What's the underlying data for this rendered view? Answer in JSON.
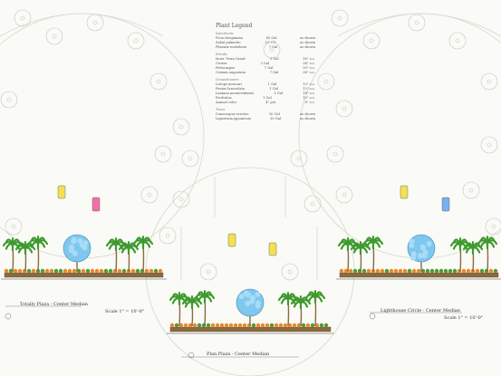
{
  "legend": {
    "title": "Plant Legend",
    "sections": [
      {
        "name": "Specimens",
        "rows": [
          [
            "Ficus benjamina",
            "45 Gal",
            "as shown"
          ],
          [
            "Sabal palmetto",
            "12' CT",
            "as shown"
          ],
          [
            "Phoenix roebelenii",
            "7 Gal",
            "as shown"
          ]
        ]
      },
      {
        "name": "Shrubs",
        "rows": [
          [
            "Ixora 'Nora Grant'",
            "3 Gal",
            "18\" o.c."
          ],
          [
            "Croton",
            "3 Gal",
            "24\" o.c."
          ],
          [
            "Podocarpus",
            "7 Gal",
            "30\" o.c."
          ],
          [
            "Crinum augustum",
            "7 Gal",
            "36\" o.c."
          ]
        ]
      },
      {
        "name": "Groundcovers",
        "rows": [
          [
            "Liriope muscari",
            "1 Gal",
            "12\" o.c."
          ],
          [
            "Pentas lanceolata",
            "1 Gal",
            "12\" o.c."
          ],
          [
            "Lantana montevidensis",
            "1 Gal",
            "18\" o.c."
          ],
          [
            "Evolvulus",
            "1 Gal",
            "12\" o.c."
          ],
          [
            "Annual color",
            "4\" pot",
            "8\" o.c."
          ]
        ]
      },
      {
        "name": "Trees",
        "rows": [
          [
            "Conocarpus erectus",
            "30 Gal",
            "as shown"
          ],
          [
            "Ligustrum japonicum",
            "30 Gal",
            "as shown"
          ]
        ]
      }
    ]
  },
  "captions": {
    "left_title": "Totally Plaza - Center Median",
    "left_scale": "Scale 1\" = 10'-0\"",
    "center_title": "Plan Plaza - Center Median",
    "right_title": "Lighthouse Circle - Center Median",
    "right_scale": "Scale 1\" = 10'-0\""
  },
  "colors": {
    "shrub_orange": "#e88a2a",
    "shrub_green": "#4e9a3a",
    "flower_pink": "#d85aa8",
    "flower_purple": "#8a5ac8",
    "flower_blue": "#4a8ad8",
    "car_yellow": "#f2e055",
    "car_pink": "#f070a8",
    "car_blue": "#7ab0f0",
    "palm_green": "#3e9a2e",
    "tree_blue": "#7ec8f0",
    "ground_brown": "#8b6a3e"
  }
}
